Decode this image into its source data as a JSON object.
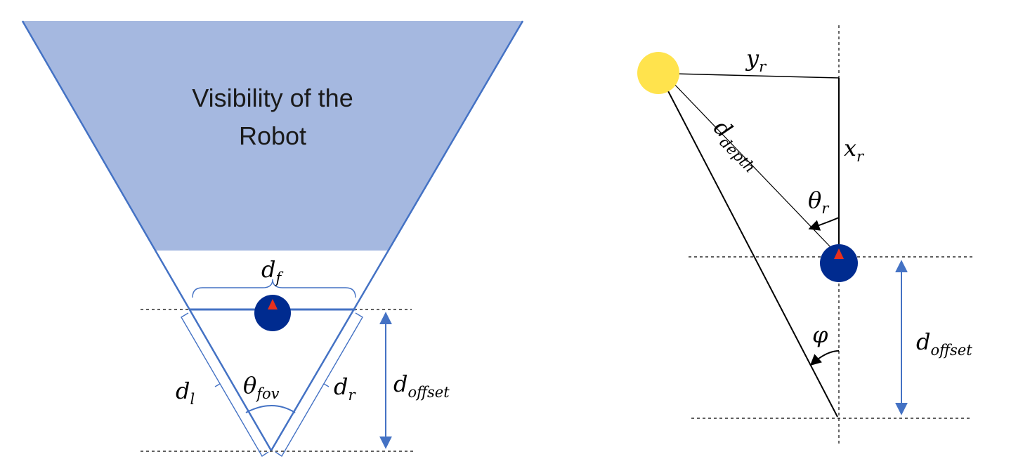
{
  "colors": {
    "visibility_fill": "#a5b8e0",
    "accent_line": "#4472c4",
    "robot_body": "#002b8f",
    "robot_heading": "#e8301c",
    "target": "#ffe34d",
    "line_black": "#000000"
  },
  "left_diagram": {
    "visibility_label_line1": "Visibility of the",
    "visibility_label_line2": "Robot",
    "label_df_main": "d",
    "label_df_sub": "f",
    "label_dl_main": "d",
    "label_dl_sub": "l",
    "label_dr_main": "d",
    "label_dr_sub": "r",
    "label_theta_main": "θ",
    "label_theta_sub": "fov",
    "label_doffset_main": "d",
    "label_doffset_sub": "offset"
  },
  "right_diagram": {
    "label_yr_main": "y",
    "label_yr_sub": "r",
    "label_xr_main": "x",
    "label_xr_sub": "r",
    "label_depth_main": "d",
    "label_depth_sub": "depth",
    "label_theta_main": "θ",
    "label_theta_sub": "r",
    "label_phi": "φ",
    "label_doffset_main": "d",
    "label_doffset_sub": "offset"
  }
}
